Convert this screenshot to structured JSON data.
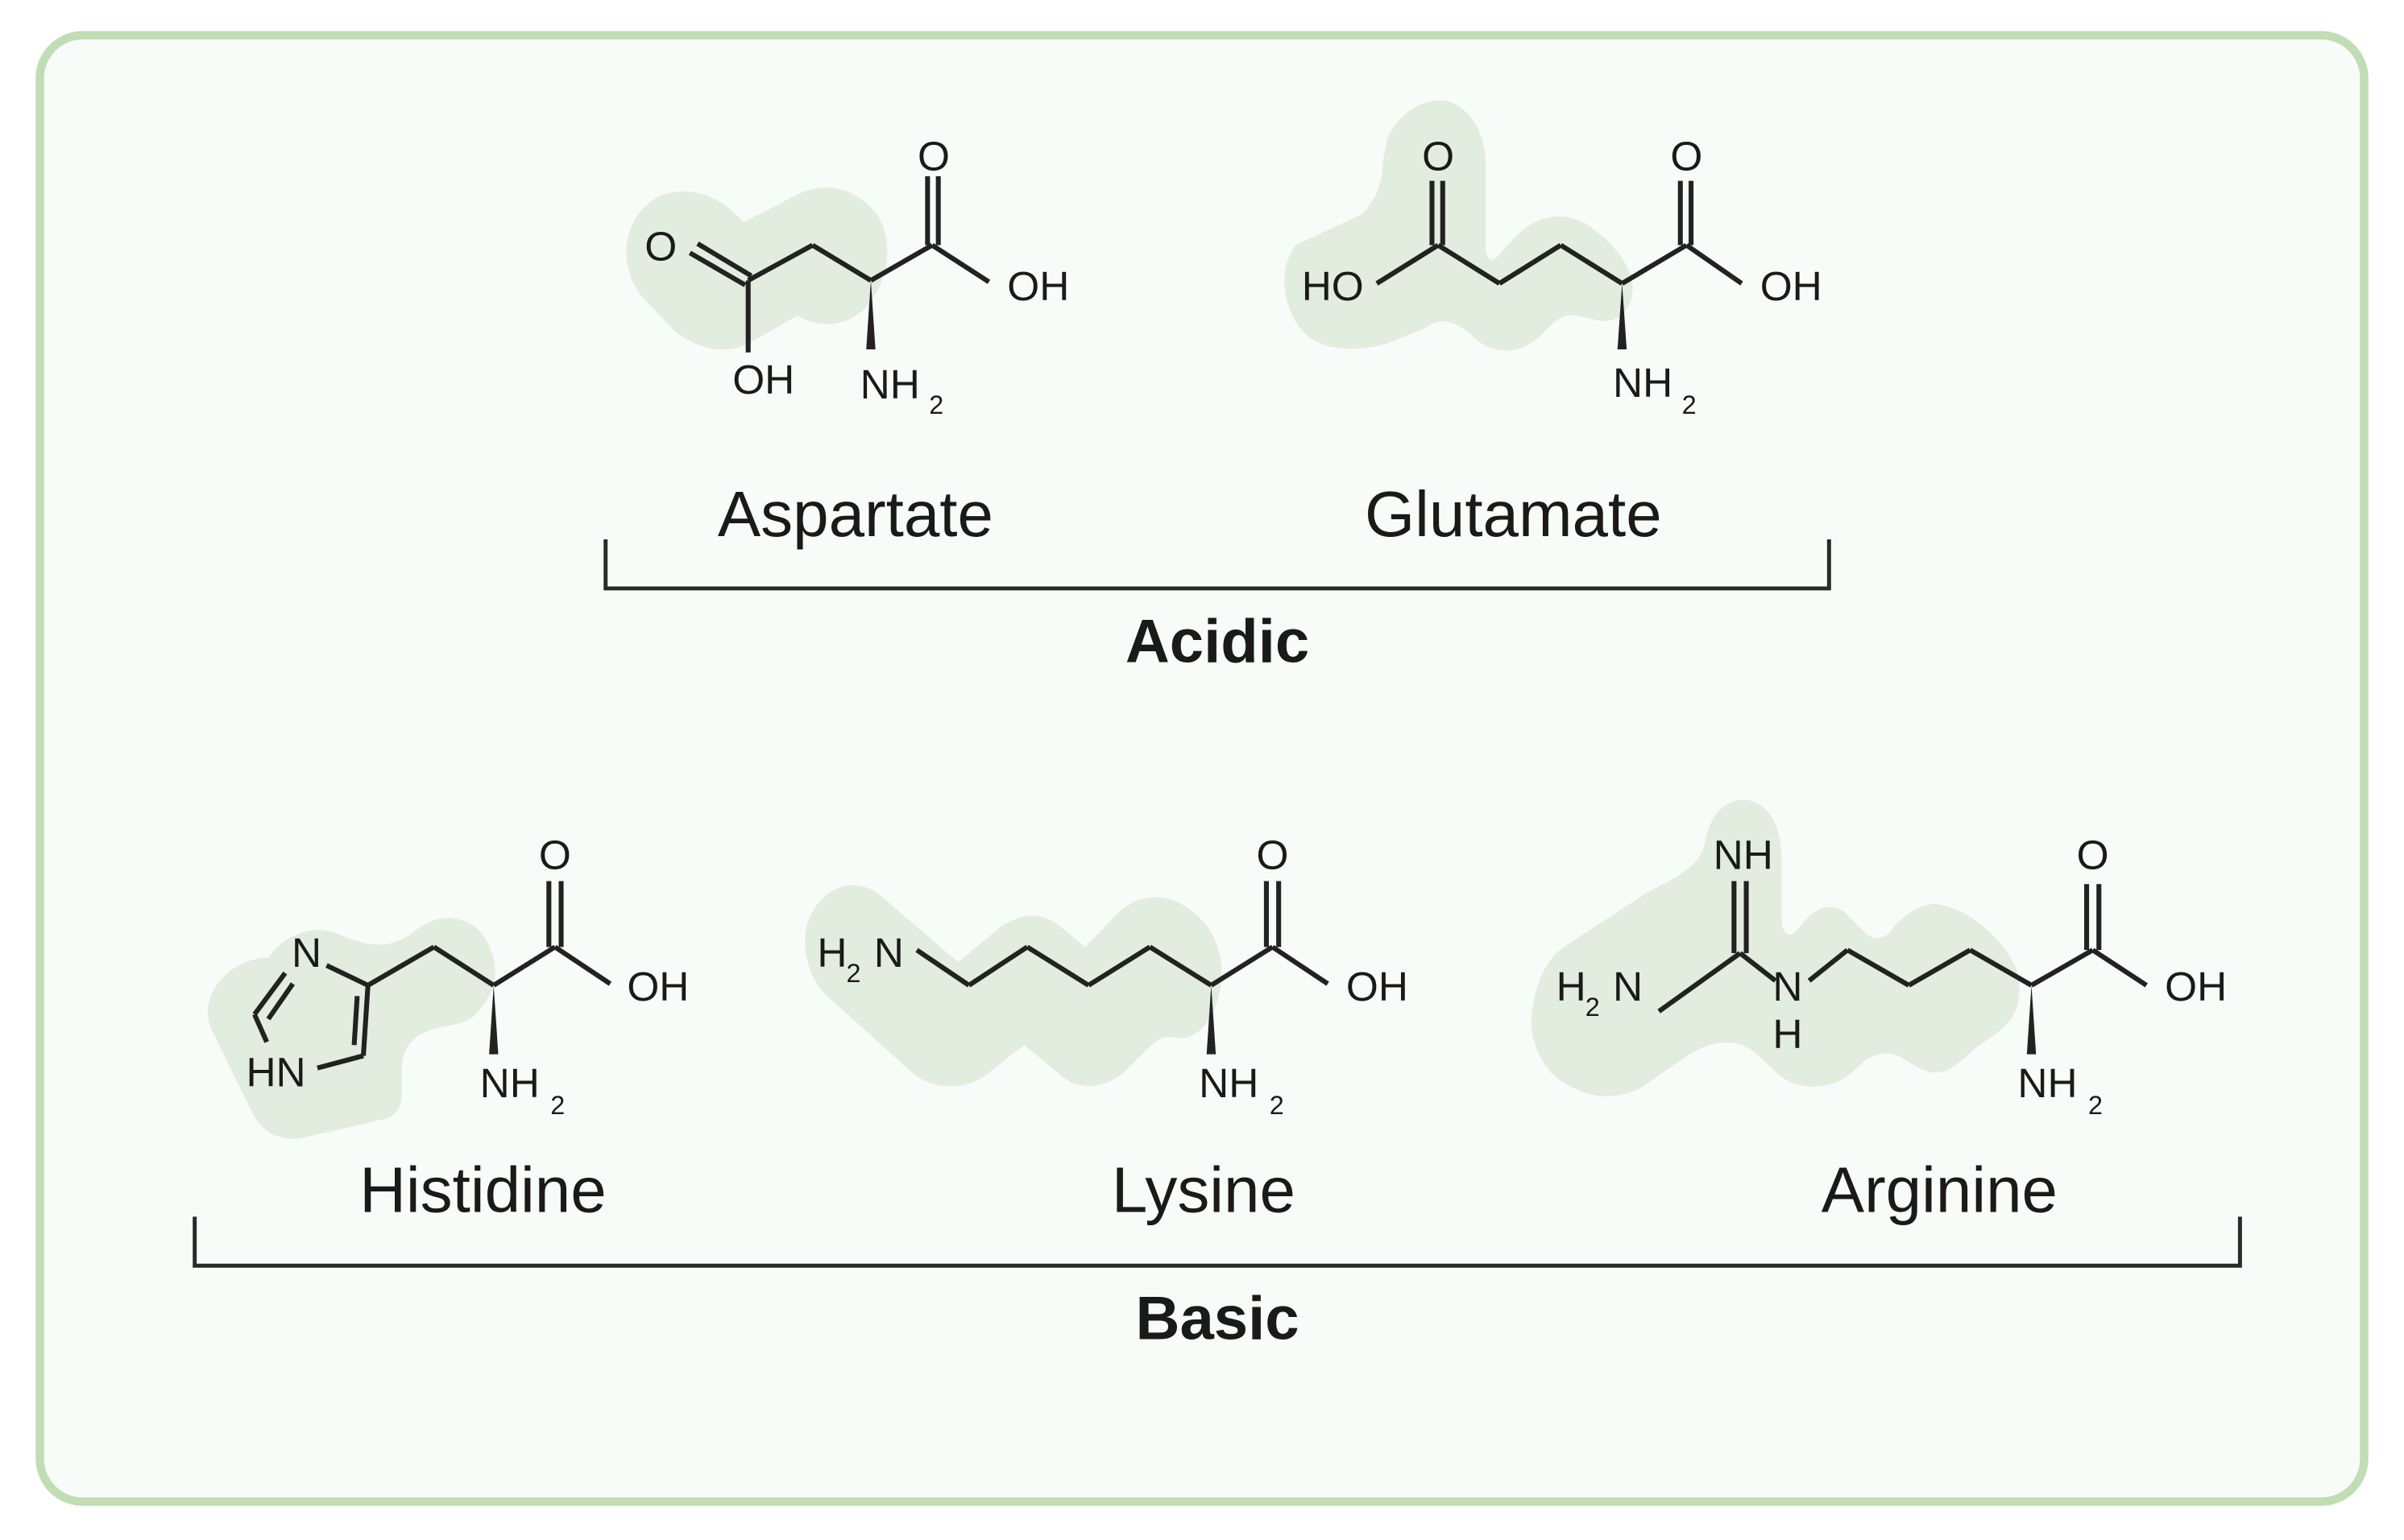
{
  "colors": {
    "frame_border": "#c1ddb4",
    "frame_fill": "#f8fcf9",
    "highlight": "#e2ecdf",
    "ink": "#222222"
  },
  "groups": {
    "acidic": {
      "label": "Acidic",
      "members": [
        "Aspartate",
        "Glutamate"
      ]
    },
    "basic": {
      "label": "Basic",
      "members": [
        "Histidine",
        "Lysine",
        "Arginine"
      ]
    }
  },
  "molecules": {
    "aspartate": {
      "name": "Aspartate",
      "atoms": {
        "o_side": "O",
        "oh_side": "OH",
        "o_acid": "O",
        "oh_acid": "OH",
        "amine": "NH",
        "amine_sub": "2"
      }
    },
    "glutamate": {
      "name": "Glutamate",
      "atoms": {
        "o_side": "O",
        "ho_side": "HO",
        "o_acid": "O",
        "oh_acid": "OH",
        "amine": "NH",
        "amine_sub": "2"
      }
    },
    "histidine": {
      "name": "Histidine",
      "atoms": {
        "ring_n": "N",
        "ring_hn": "HN",
        "o_acid": "O",
        "oh_acid": "OH",
        "amine": "NH",
        "amine_sub": "2"
      }
    },
    "lysine": {
      "name": "Lysine",
      "atoms": {
        "h2n_h": "H",
        "h2n_sub": "2",
        "h2n_n": "N",
        "o_acid": "O",
        "oh_acid": "OH",
        "amine": "NH",
        "amine_sub": "2"
      }
    },
    "arginine": {
      "name": "Arginine",
      "atoms": {
        "imine": "NH",
        "h2n_h": "H",
        "h2n_sub": "2",
        "h2n_n": "N",
        "nh_n": "N",
        "nh_h": "H",
        "o_acid": "O",
        "oh_acid": "OH",
        "amine": "NH",
        "amine_sub": "2"
      }
    }
  }
}
